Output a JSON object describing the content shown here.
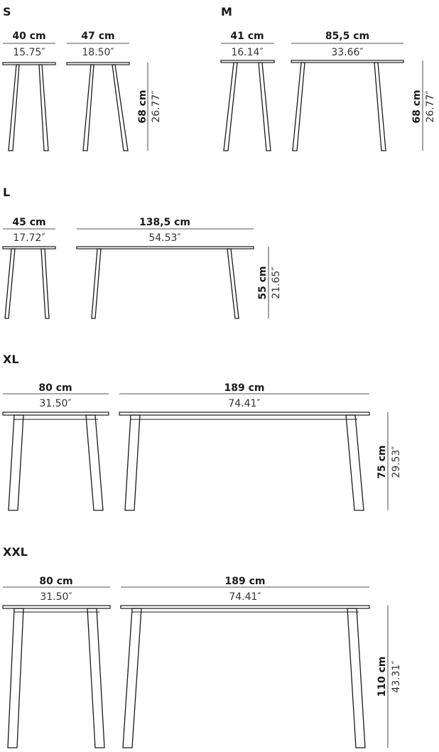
{
  "sizes": {
    "s": {
      "label": "S",
      "front_width": {
        "cm": "40 cm",
        "in": "15.75″"
      },
      "side_width": {
        "cm": "47 cm",
        "in": "18.50″"
      },
      "height": {
        "cm": "68 cm",
        "in": "26.77″"
      }
    },
    "m": {
      "label": "M",
      "front_width": {
        "cm": "41 cm",
        "in": "16.14″"
      },
      "side_width": {
        "cm": "85,5 cm",
        "in": "33.66″"
      },
      "height": {
        "cm": "68 cm",
        "in": "26.77″"
      }
    },
    "l": {
      "label": "L",
      "front_width": {
        "cm": "45 cm",
        "in": "17.72″"
      },
      "side_width": {
        "cm": "138,5 cm",
        "in": "54.53″"
      },
      "height": {
        "cm": "55 cm",
        "in": "21.65″"
      }
    },
    "xl": {
      "label": "XL",
      "front_width": {
        "cm": "80 cm",
        "in": "31.50″"
      },
      "side_width": {
        "cm": "189 cm",
        "in": "74.41″"
      },
      "height": {
        "cm": "75 cm",
        "in": "29.53″"
      }
    },
    "xxl": {
      "label": "XXL",
      "front_width": {
        "cm": "80 cm",
        "in": "31.50″"
      },
      "side_width": {
        "cm": "189 cm",
        "in": "74.41″"
      },
      "height": {
        "cm": "110 cm",
        "in": "43.31″"
      }
    }
  }
}
